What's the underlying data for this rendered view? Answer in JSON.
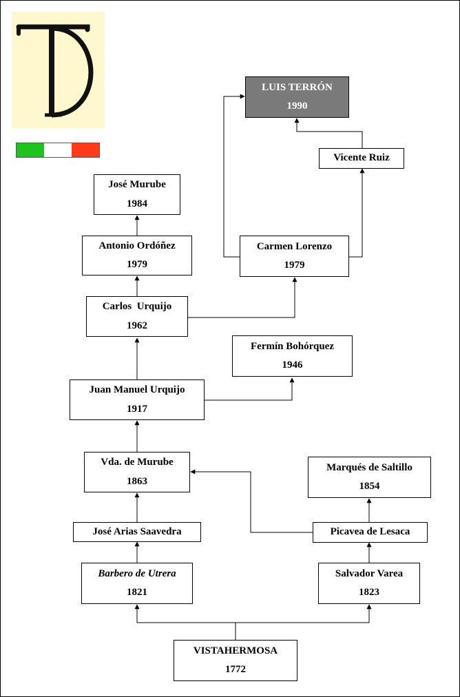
{
  "logo": {
    "letter_icon": "T-over-D brand mark"
  },
  "flag_colors": [
    "#1fc21f",
    "#ffffff",
    "#ff3a1a"
  ],
  "nodes": {
    "luis_terron": {
      "name": "LUIS TERRÓN",
      "year": "1990"
    },
    "vicente_ruiz": {
      "name": "Vicente Ruiz"
    },
    "jose_murube": {
      "name": "José Murube",
      "year": "1984"
    },
    "antonio_ordonez": {
      "name": "Antonio Ordóñez",
      "year": "1979"
    },
    "carmen_lorenzo": {
      "name": "Carmen Lorenzo",
      "year": "1979"
    },
    "carlos_urquijo": {
      "name": "Carlos  Urquijo",
      "year": "1962"
    },
    "fermin_bohorquez": {
      "name": "Fermín Bohórquez",
      "year": "1946"
    },
    "juan_manuel_urquijo": {
      "name": "Juan Manuel Urquijo",
      "year": "1917"
    },
    "vda_murube": {
      "name": "Vda. de Murube",
      "year": "1863"
    },
    "marques_saltillo": {
      "name": "Marqués de Saltillo",
      "year": "1854"
    },
    "jose_arias": {
      "name": "José Arias Saavedra"
    },
    "picavea": {
      "name": "Picavea de Lesaca"
    },
    "barbero_utrera": {
      "name": "Barbero de Utrera",
      "year": "1821"
    },
    "salvador_varea": {
      "name": "Salvador Varea",
      "year": "1823"
    },
    "vistahermosa": {
      "name": "VISTAHERMOSA",
      "year": "1772"
    }
  }
}
